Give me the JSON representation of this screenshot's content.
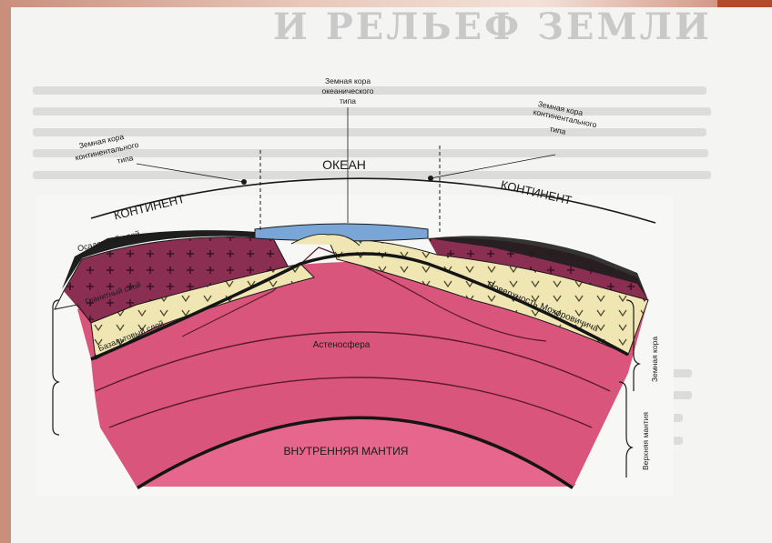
{
  "heading": "И РЕЛЬЕФ ЗЕМЛИ",
  "labels": {
    "crust_ocean_top": "Земная кора",
    "crust_ocean_mid": "океанического",
    "crust_ocean_bot": "типа",
    "crust_cont_left_top": "Земная кора",
    "crust_cont_left_mid": "континентального",
    "crust_cont_left_bot": "типа",
    "crust_cont_right_top": "Земная кора",
    "crust_cont_right_mid": "континентального",
    "crust_cont_right_bot": "типа",
    "ocean": "ОКЕАН",
    "continent_left": "КОНТИНЕНТ",
    "continent_right": "КОНТИНЕНТ",
    "sediment_layer": "Осадочный слой",
    "granite_layer": "Гранитный слой",
    "basalt_layer": "Базальтовый слой",
    "moho": "Поверхность Мохоровичича",
    "asthenosphere": "Астеносфера",
    "inner_mantle": "ВНУТРЕННЯЯ МАНТИЯ",
    "earth_crust_side": "Земная кора",
    "upper_mantle_side": "Верхняя мантия"
  },
  "colors": {
    "granite": "#8a2f52",
    "sediment": "#2a2a2a",
    "basalt": "#efe6b4",
    "ocean": "#7aa7d6",
    "mantle": "#d8557a",
    "inner_mantle": "#e0668a"
  }
}
